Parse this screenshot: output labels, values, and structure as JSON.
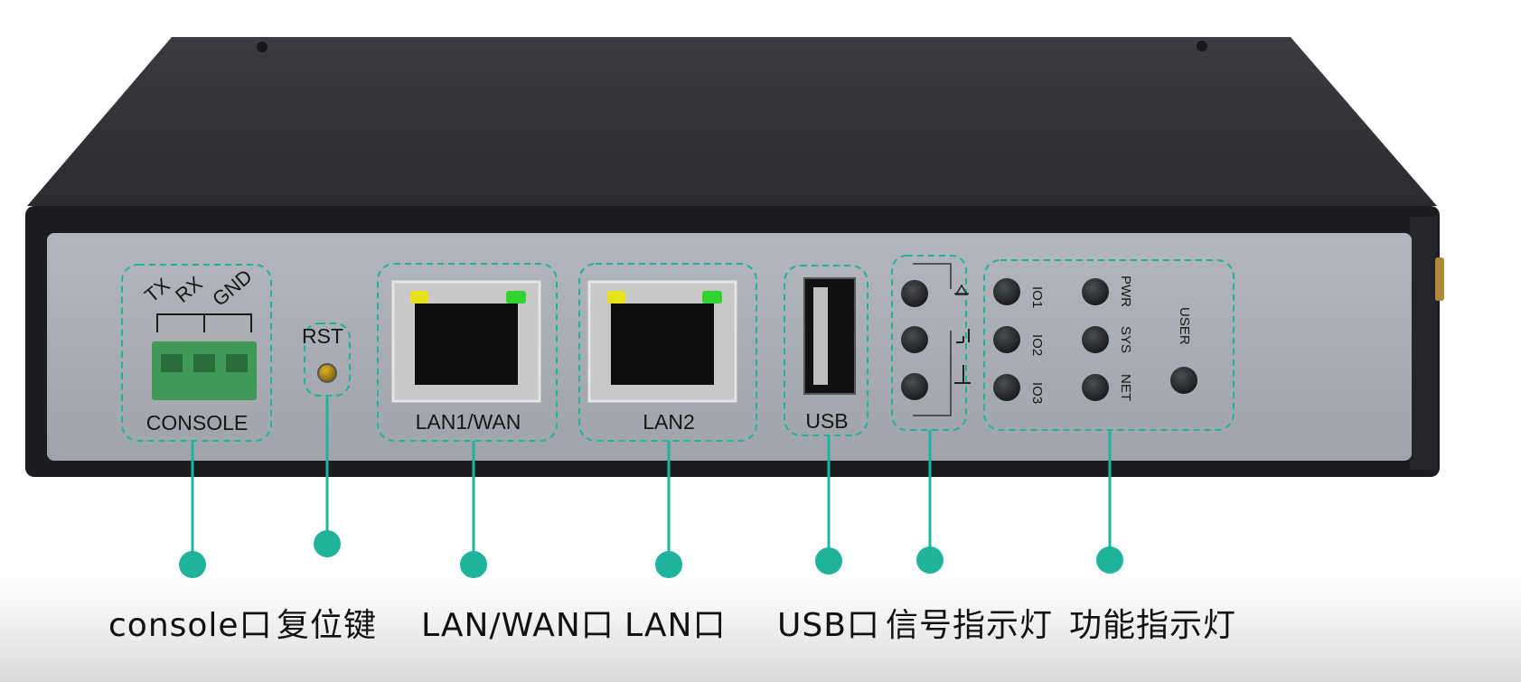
{
  "panel": {
    "console_pins": [
      "TX",
      "RX",
      "GND"
    ],
    "console_label": "CONSOLE",
    "rst_label": "RST",
    "lan1_label": "LAN1/WAN",
    "lan2_label": "LAN2",
    "usb_label": "USB",
    "io_labels": [
      "IO1",
      "IO2",
      "IO3"
    ],
    "status_labels": [
      "PWR",
      "SYS",
      "NET"
    ],
    "user_label": "USER"
  },
  "callouts": [
    {
      "label": "console口"
    },
    {
      "label": "复位键"
    },
    {
      "label": "LAN/WAN口"
    },
    {
      "label": "LAN口"
    },
    {
      "label": "USB口"
    },
    {
      "label": "信号指示灯"
    },
    {
      "label": "功能指示灯"
    }
  ],
  "colors": {
    "accent": "#1fb39c",
    "chassis": "#2c2e31",
    "faceplate": "#a9adb4",
    "led_yellow": "#e8e21a",
    "led_green": "#2fd42f",
    "terminal_green": "#3f9a58"
  }
}
